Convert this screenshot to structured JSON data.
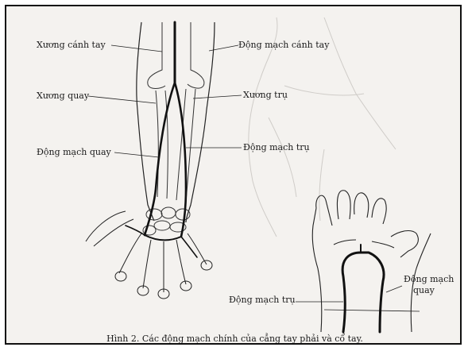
{
  "figure": {
    "caption": "Hình 2. Các động mạch chính của cẳng tay phải và cổ tay.",
    "labels": {
      "humerus": "Xương cánh tay",
      "brachial_artery": "Động mạch cánh tay",
      "radius": "Xương quay",
      "ulna": "Xương trụ",
      "radial_artery": "Động mạch quay",
      "ulnar_artery": "Động mạch trụ",
      "wrist_ulnar_artery": "Động mạch trụ",
      "wrist_radial_artery_line1": "Động mạch",
      "wrist_radial_artery_line2": "quay"
    }
  },
  "colors": {
    "ink": "#1a1a1a",
    "paper": "#f4f2ef",
    "faint_background": "#c9c6c2"
  }
}
